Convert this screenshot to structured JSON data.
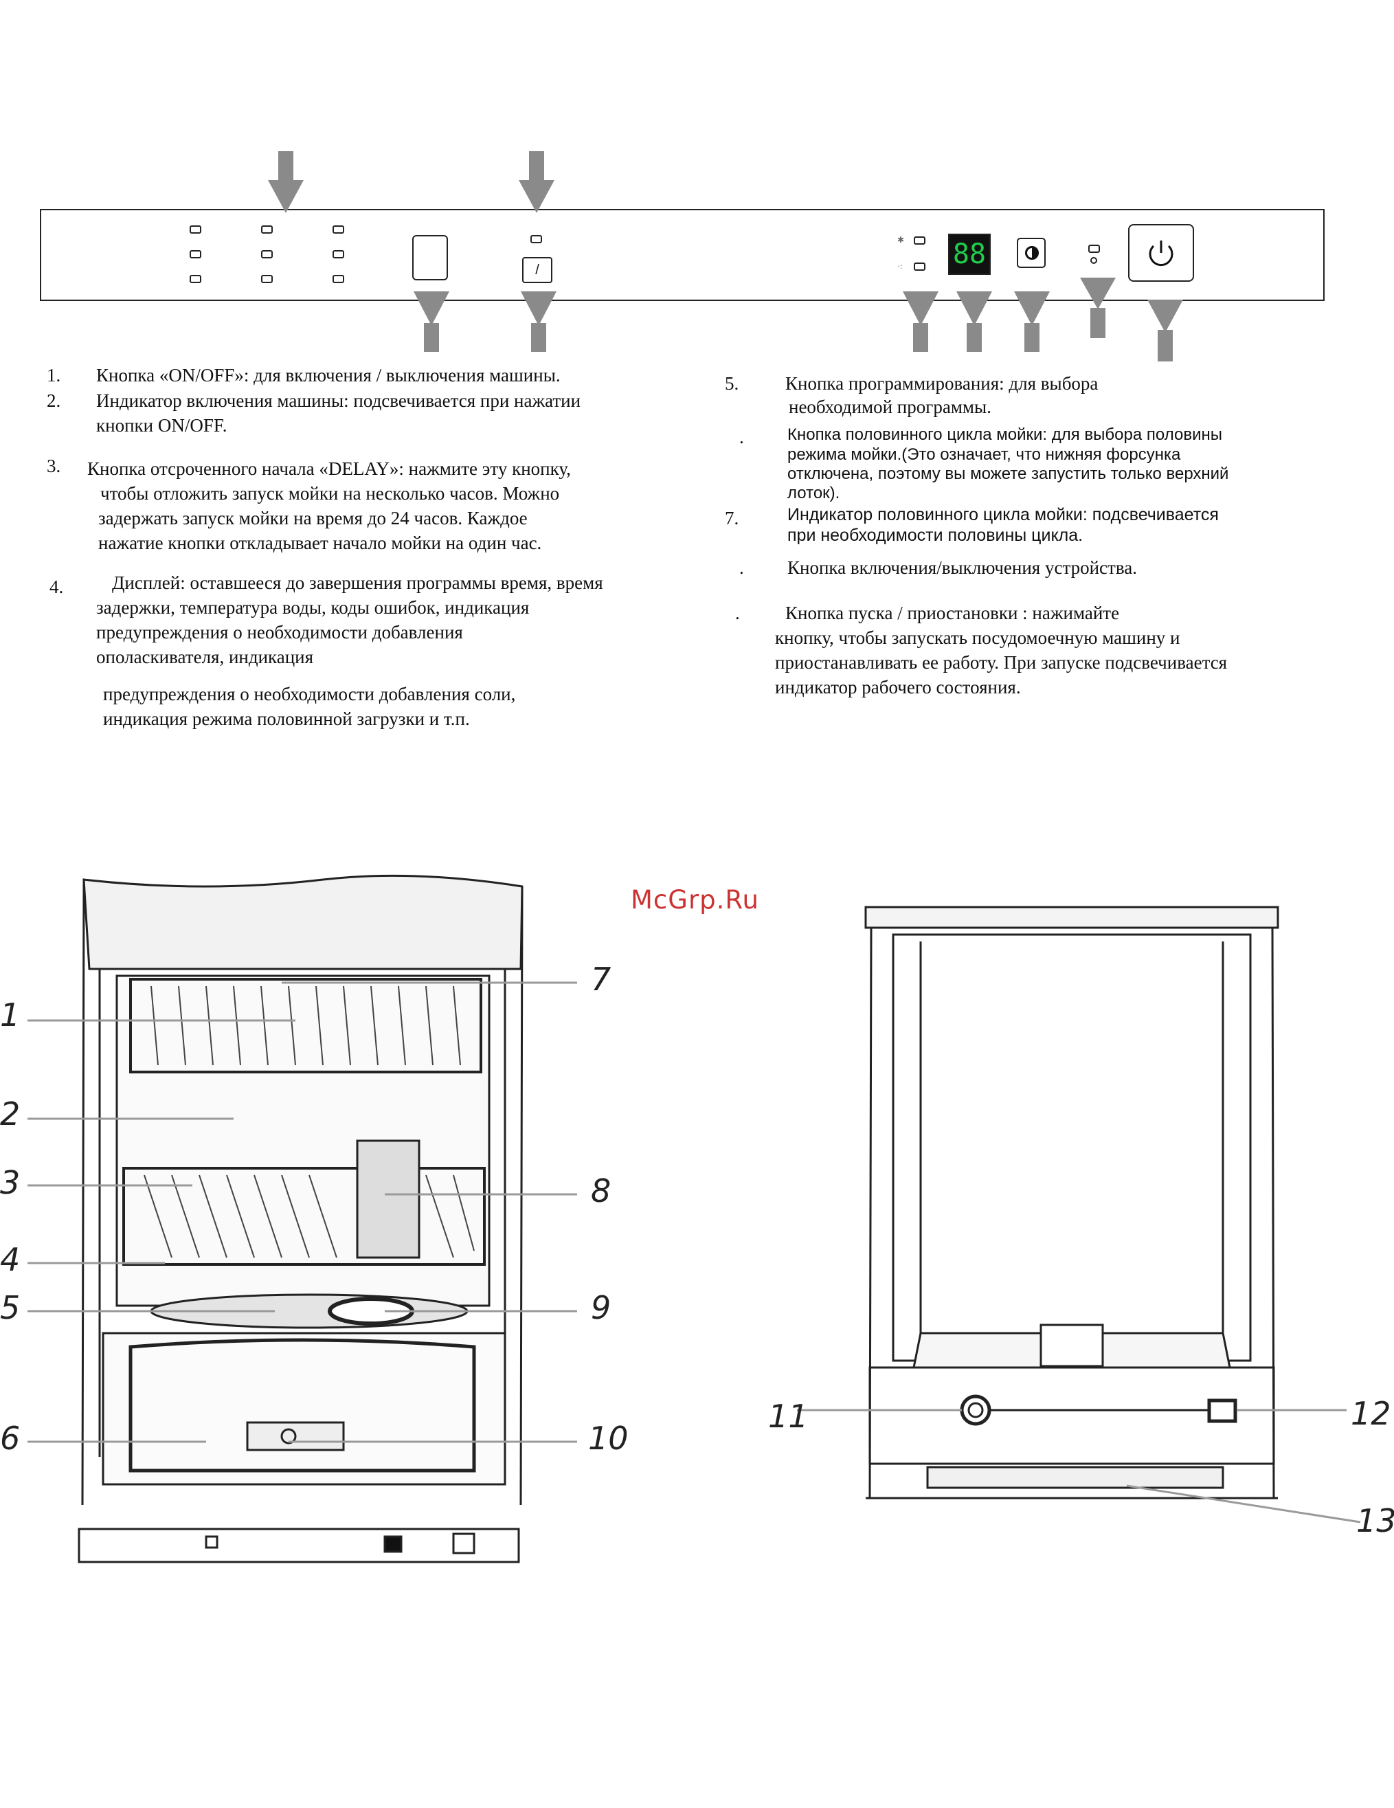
{
  "watermark": "McGrp.Ru",
  "panel": {
    "display_digits": "88",
    "delay_button_glyph": "/",
    "power_icon": "power-icon",
    "program_icon": "half-circle-icon"
  },
  "items_left": [
    {
      "num": "1.",
      "lines": [
        "Кнопка «ON/OFF»: для включения / выключения машины."
      ]
    },
    {
      "num": "2.",
      "lines": [
        "Индикатор включения машины: подсвечивается при нажатии",
        "кнопки ON/OFF."
      ]
    },
    {
      "num": "3.",
      "lines": [
        "Кнопка отсроченного начала «DELAY»: нажмите эту кнопку,",
        "чтобы отложить запуск мойки на несколько часов. Можно",
        "задержать запуск мойки на время до 24 часов. Каждое",
        "нажатие кнопки откладывает начало мойки на один час."
      ]
    },
    {
      "num": "4.",
      "lines": [
        "Дисплей: оставшееся до завершения программы время, время",
        "задержки, температура воды, коды ошибок, индикация",
        "предупреждения о необходимости добавления",
        "ополаскивателя, индикация",
        "предупреждения о необходимости добавления соли,",
        "индикация режима половинной загрузки и т.п."
      ]
    }
  ],
  "items_right": [
    {
      "num": "5.",
      "lines": [
        "Кнопка программирования: для выбора",
        "необходимой программы."
      ]
    },
    {
      "num": ".",
      "lines": [
        "Кнопка половинного цикла мойки: для выбора половины",
        "режима мойки.(Это означает, что нижняя форсунка",
        "отключена, поэтому вы можете запустить только верхний",
        "лоток)."
      ]
    },
    {
      "num": "7.",
      "lines": [
        "Индикатор половинного цикла мойки: подсвечивается",
        "при необходимости половины цикла."
      ]
    },
    {
      "num": ".",
      "lines": [
        "Кнопка включения/выключения устройства."
      ]
    },
    {
      "num": ".",
      "lines": [
        "Кнопка пуска / приостановки : нажимайте",
        "кнопку, чтобы запускать посудомоечную машину и",
        "приостанавливать ее работу. При запуске подсвечивается",
        "индикатор рабочего состояния."
      ]
    }
  ],
  "callouts_front": [
    "1",
    "2",
    "3",
    "4",
    "5",
    "6",
    "7",
    "8",
    "9",
    "10"
  ],
  "callouts_back": [
    "11",
    "12",
    "13"
  ]
}
